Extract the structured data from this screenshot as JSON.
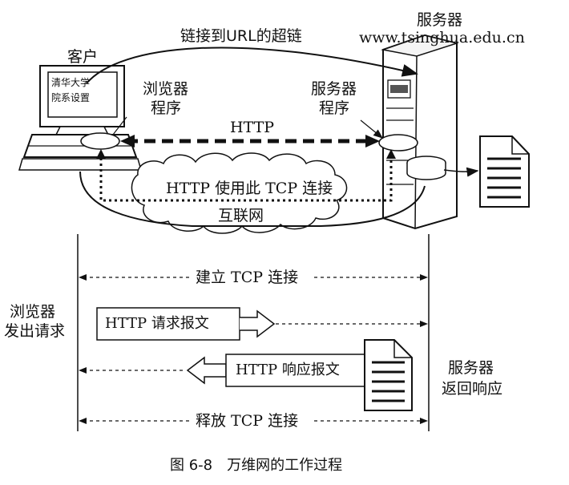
{
  "top": {
    "link_label": "链接到URL的超链",
    "server_title": "服务器",
    "server_url": "www.tsinghua.edu.cn",
    "client_title": "客户",
    "monitor_text_1": "清华大学",
    "monitor_text_2": "院系设置",
    "browser_label_1": "浏览器",
    "browser_label_2": "程序",
    "http_label": "HTTP",
    "server_prog_1": "服务器",
    "server_prog_2": "程序",
    "tcp_label": "HTTP 使用此 TCP 连接",
    "internet_label": "互联网"
  },
  "sequence": {
    "establish": "建立 TCP 连接",
    "browser_side_1": "浏览器",
    "browser_side_2": "发出请求",
    "request": "HTTP 请求报文",
    "response": "HTTP 响应报文",
    "server_side_1": "服务器",
    "server_side_2": "返回响应",
    "release": "释放 TCP 连接"
  },
  "caption": "图 6-8　万维网的工作过程"
}
